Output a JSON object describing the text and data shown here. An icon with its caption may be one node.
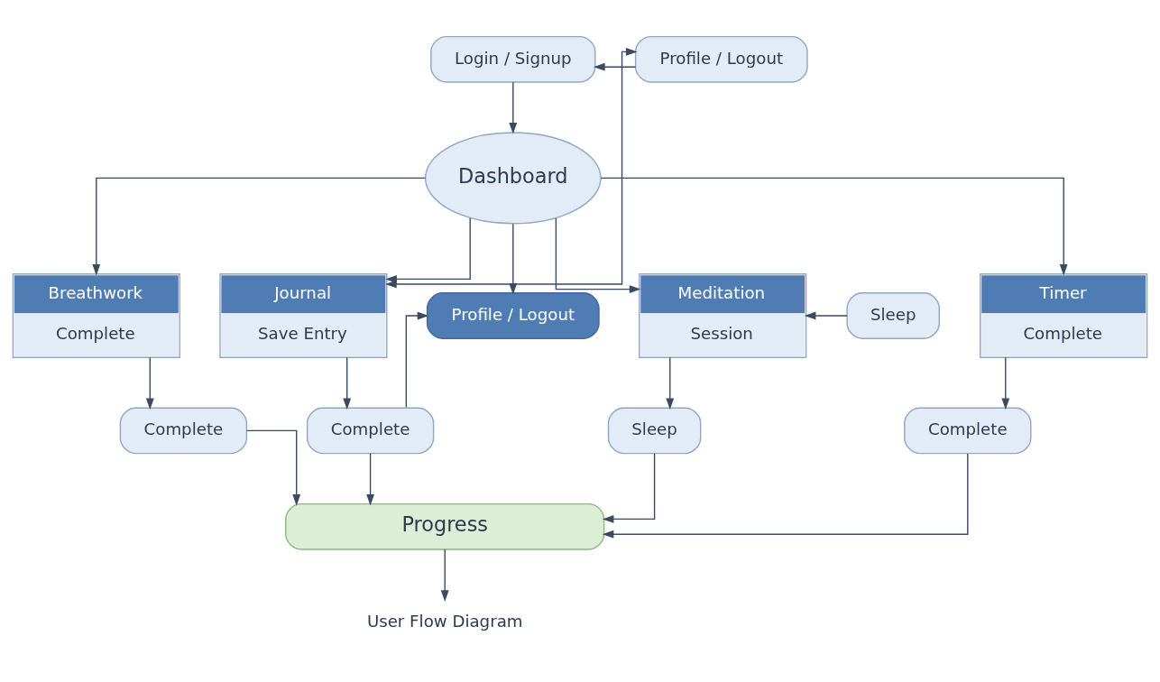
{
  "diagram": {
    "nodes": [
      {
        "text": [
          "Login / Signup"
        ]
      },
      {
        "text": [
          "Dashboard"
        ]
      },
      {
        "text": [
          "Profile / Logout"
        ]
      },
      {
        "text": [
          "Sleep"
        ]
      },
      {
        "text": [
          "Meditation",
          "Session"
        ]
      },
      {
        "text": [
          "Timer",
          "Complete"
        ]
      },
      {
        "text": [
          "Breathwork",
          "Complete"
        ]
      },
      {
        "text": [
          "Journal",
          "Save Entry"
        ]
      },
      {
        "text": [
          "Profile / Logout"
        ]
      },
      {
        "text": [
          "Sleep"
        ]
      },
      {
        "text": [
          "Complete"
        ]
      },
      {
        "text": [
          "Complete"
        ]
      },
      {
        "text": [
          "Complete"
        ]
      },
      {
        "text": [
          "Progress"
        ]
      },
      {
        "text": [
          "User Flow Diagram"
        ]
      }
    ],
    "edges": [
      {
        "from": 0,
        "to": 1,
        "arrow": "to"
      },
      {
        "from": 1,
        "to": 4,
        "arrow": "to"
      },
      {
        "from": 1,
        "to": 5,
        "arrow": "to"
      },
      {
        "from": 1,
        "to": 6,
        "arrow": "to"
      },
      {
        "from": 1,
        "to": 7,
        "arrow": "to"
      },
      {
        "from": 1,
        "to": 8,
        "arrow": "to"
      },
      {
        "from": 7,
        "to": 2,
        "arrow": "both"
      },
      {
        "from": 2,
        "to": 0,
        "arrow": "to"
      },
      {
        "from": 3,
        "to": 4,
        "arrow": "to"
      },
      {
        "from": 4,
        "to": 9,
        "arrow": "to"
      },
      {
        "from": 5,
        "to": 10,
        "arrow": "to"
      },
      {
        "from": 6,
        "to": 11,
        "arrow": "to"
      },
      {
        "from": 7,
        "to": 12,
        "arrow": "to"
      },
      {
        "from": 12,
        "to": 8,
        "arrow": "to"
      },
      {
        "from": 9,
        "to": 13,
        "arrow": "to"
      },
      {
        "from": 10,
        "to": 13,
        "arrow": "to"
      },
      {
        "from": 11,
        "to": 13,
        "arrow": "to"
      },
      {
        "from": 12,
        "to": 13,
        "arrow": "to"
      },
      {
        "from": 13,
        "to": 14,
        "arrow": "to"
      }
    ]
  }
}
